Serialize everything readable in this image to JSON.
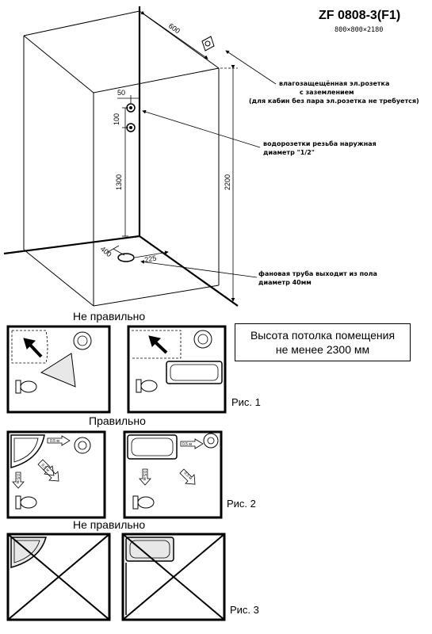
{
  "model": {
    "title": "ZF 0808-3(F1)",
    "size": "800×800×2180"
  },
  "dimensions": {
    "width": "600",
    "d50": "50",
    "d100": "100",
    "d1300": "1300",
    "d2200": "2200",
    "d400": "400",
    "d225": "225"
  },
  "callouts": {
    "socket_line1": "влагозащещённая эл.розетка",
    "socket_line2": "с заземлением",
    "socket_line3": "(для кабин без пара эл.розетка не требуется)",
    "water_line1": "водорозетки  резьба наружная",
    "water_line2": "диаметр \"1/2\"",
    "drain_line1": "фановая труба выходит из пола",
    "drain_line2": "диаметр  40мм"
  },
  "ceiling_note": {
    "line1": "Высота потолка помещения",
    "line2": "не менее 2300 мм"
  },
  "sections": {
    "wrong1": "Не правильно",
    "right": "Правильно",
    "wrong2": "Не правильно"
  },
  "figures": {
    "fig1": "Рис. 1",
    "fig2": "Рис. 2",
    "fig3": "Рис. 3"
  },
  "distance_label": "0.5 м"
}
